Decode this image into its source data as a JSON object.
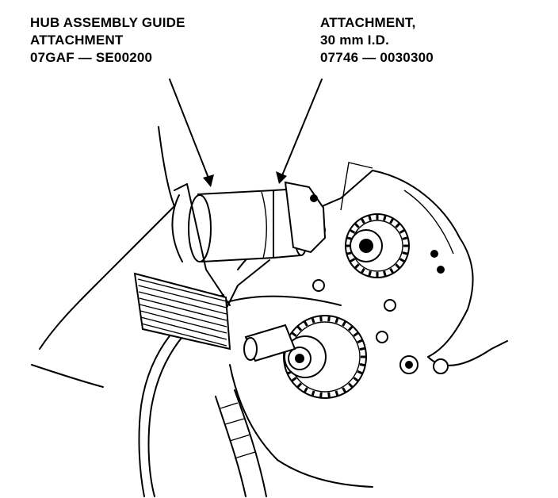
{
  "callouts": {
    "left": {
      "line1": "HUB ASSEMBLY GUIDE",
      "line2": "ATTACHMENT",
      "line3": "07GAF — SE00200"
    },
    "right": {
      "line1": "ATTACHMENT,",
      "line2": "30 mm I.D.",
      "line3": "07746 — 0030300"
    }
  }
}
